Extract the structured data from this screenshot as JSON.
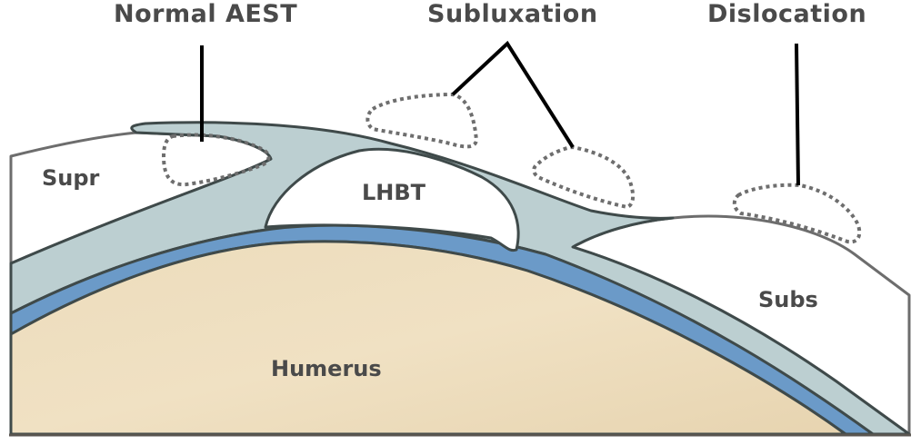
{
  "diagram": {
    "title_labels": {
      "normal": "Normal AEST",
      "subluxation": "Subluxation",
      "dislocation": "Dislocation"
    },
    "structure_labels": {
      "supraspinatus": "Supr",
      "lhbt": "LHBT",
      "subscapularis": "Subs",
      "humerus": "Humerus"
    },
    "colors": {
      "humerus_fill": "#ead9b8",
      "cartilage_fill": "#6b9ac8",
      "sheath_fill": "#bccfd1",
      "tendon_fill": "#ffffff",
      "outline": "#3f4a4a",
      "dotted_outline": "#6e6e6e",
      "leader_line": "#000000",
      "text": "#4a4a4a"
    }
  }
}
